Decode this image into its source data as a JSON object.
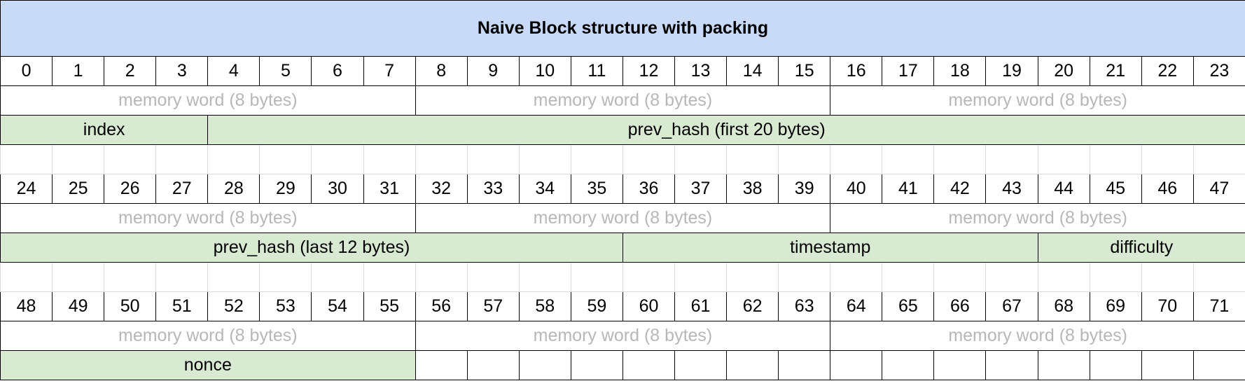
{
  "title": "Naive Block structure with packing",
  "blocks": [
    {
      "bytes": [
        "0",
        "1",
        "2",
        "3",
        "4",
        "5",
        "6",
        "7",
        "8",
        "9",
        "10",
        "11",
        "12",
        "13",
        "14",
        "15",
        "16",
        "17",
        "18",
        "19",
        "20",
        "21",
        "22",
        "23"
      ],
      "words": [
        "memory word (8 bytes)",
        "memory word (8 bytes)",
        "memory word (8 bytes)"
      ],
      "fields": [
        {
          "label": "index",
          "span": 4
        },
        {
          "label": "prev_hash (first 20 bytes)",
          "span": 20
        }
      ]
    },
    {
      "bytes": [
        "24",
        "25",
        "26",
        "27",
        "28",
        "29",
        "30",
        "31",
        "32",
        "33",
        "34",
        "35",
        "36",
        "37",
        "38",
        "39",
        "40",
        "41",
        "42",
        "43",
        "44",
        "45",
        "46",
        "47"
      ],
      "words": [
        "memory word (8 bytes)",
        "memory word (8 bytes)",
        "memory word (8 bytes)"
      ],
      "fields": [
        {
          "label": "prev_hash (last 12 bytes)",
          "span": 12
        },
        {
          "label": "timestamp",
          "span": 8
        },
        {
          "label": "difficulty",
          "span": 4
        }
      ]
    },
    {
      "bytes": [
        "48",
        "49",
        "50",
        "51",
        "52",
        "53",
        "54",
        "55",
        "56",
        "57",
        "58",
        "59",
        "60",
        "61",
        "62",
        "63",
        "64",
        "65",
        "66",
        "67",
        "68",
        "69",
        "70",
        "71"
      ],
      "words": [
        "memory word (8 bytes)",
        "memory word (8 bytes)",
        "memory word (8 bytes)"
      ],
      "fields": [
        {
          "label": "nonce",
          "span": 8
        }
      ]
    }
  ]
}
